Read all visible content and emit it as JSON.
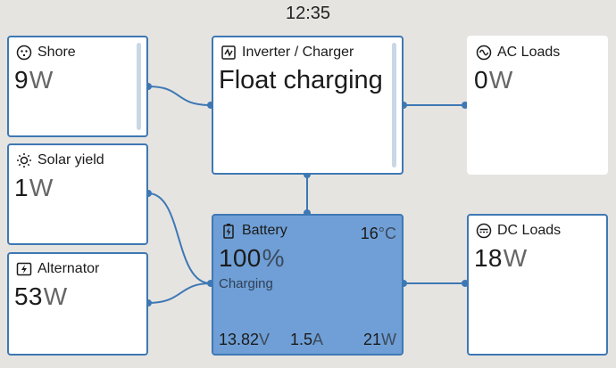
{
  "status_bar": {
    "time": "12:35"
  },
  "colors": {
    "accent": "#3e78b4",
    "battery_fill": "#6f9fd6",
    "background": "#e6e4e1"
  },
  "tiles": {
    "shore": {
      "title": "Shore",
      "icon": "shore-plug-icon",
      "value": "9",
      "unit": "W"
    },
    "solar": {
      "title": "Solar yield",
      "icon": "sun-icon",
      "value": "1",
      "unit": "W"
    },
    "alternator": {
      "title": "Alternator",
      "icon": "alternator-icon",
      "value": "53",
      "unit": "W"
    },
    "inverter": {
      "title": "Inverter / Charger",
      "icon": "inverter-icon",
      "state": "Float charging"
    },
    "ac_loads": {
      "title": "AC Loads",
      "icon": "ac-wave-icon",
      "value": "0",
      "unit": "W"
    },
    "dc_loads": {
      "title": "DC Loads",
      "icon": "dc-icon",
      "value": "18",
      "unit": "W"
    },
    "battery": {
      "title": "Battery",
      "icon": "battery-charging-icon",
      "soc": "100",
      "soc_unit": "%",
      "temperature": "16",
      "temperature_unit": "°C",
      "state": "Charging",
      "voltage": "13.82",
      "voltage_unit": "V",
      "current": "1.5",
      "current_unit": "A",
      "power": "21",
      "power_unit": "W"
    }
  }
}
